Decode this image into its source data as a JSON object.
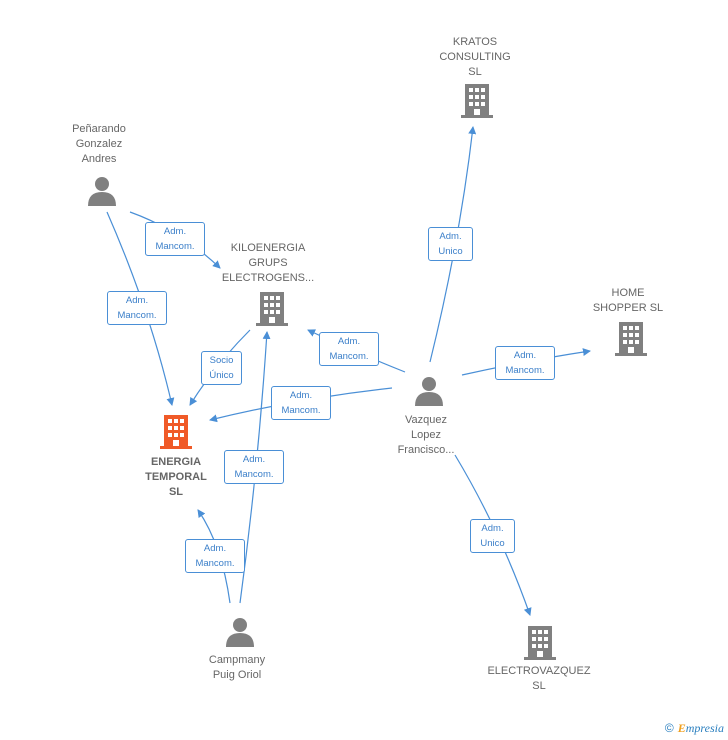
{
  "nodes": {
    "kratos": {
      "label": "KRATOS\nCONSULTING\nSL",
      "type": "company"
    },
    "penarando": {
      "label": "Peñarando\nGonzalez\nAndres",
      "type": "person"
    },
    "kiloenergia": {
      "label": "KILOENERGIA\nGRUPS\nELECTROGENS...",
      "type": "company"
    },
    "home_shopper": {
      "label": "HOME\nSHOPPER  SL",
      "type": "company"
    },
    "vazquez": {
      "label": "Vazquez\nLopez\nFrancisco...",
      "type": "person"
    },
    "energia": {
      "label": "ENERGIA\nTEMPORAL\nSL",
      "type": "company-focus"
    },
    "campmany": {
      "label": "Campmany\nPuig Oriol",
      "type": "person"
    },
    "electrovazquez": {
      "label": "ELECTROVAZQUEZ\nSL",
      "type": "company"
    }
  },
  "edges": {
    "e1": "Adm.\nMancom.",
    "e2": "Adm.\nMancom.",
    "e3": "Adm.\nUnico",
    "e4": "Socio\nÚnico",
    "e5": "Adm.\nMancom.",
    "e6": "Adm.\nMancom.",
    "e7": "Adm.\nMancom.",
    "e8": "Adm.\nMancom.",
    "e9": "Adm.\nMancom.",
    "e10": "Adm.\nUnico"
  },
  "footer": {
    "copyright": "©",
    "brand_initial": "E",
    "brand_rest": "mpresia"
  },
  "colors": {
    "edge": "#4a8fd6",
    "icon": "#808080",
    "focus_icon": "#f05a28"
  }
}
